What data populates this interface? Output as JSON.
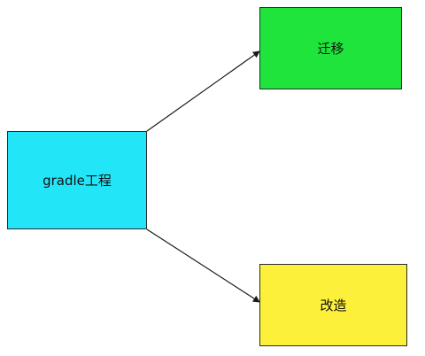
{
  "diagram": {
    "nodes": {
      "source": {
        "label": "gradle工程",
        "color": "#22e6f8"
      },
      "target_top": {
        "label": "迁移",
        "color": "#1fe43c"
      },
      "target_bottom": {
        "label": "改造",
        "color": "#fdf03b"
      }
    },
    "edges": [
      {
        "from": "source",
        "to": "target_top"
      },
      {
        "from": "source",
        "to": "target_bottom"
      }
    ],
    "edge_color": "#1a1a1a"
  }
}
